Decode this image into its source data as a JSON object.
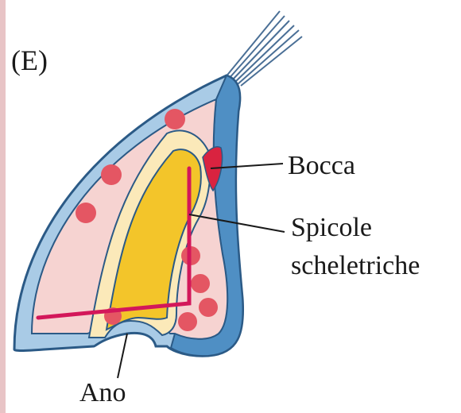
{
  "panel_label": "(E)",
  "labels": {
    "mouth": "Bocca",
    "spicules_line1": "Spicole",
    "spicules_line2": "scheletriche",
    "anus": "Ano"
  },
  "colors": {
    "side_band": "#e8c4c6",
    "outer_ectoderm": "#a9cbe6",
    "outer_ectoderm_dark": "#4f8fc4",
    "outline": "#2b5a86",
    "blastocoel": "#f6d3d1",
    "mesenchyme_cells": "#e45663",
    "gut_wall": "#fbe9b9",
    "gut_lumen": "#f3c52a",
    "mouth_red": "#d92340",
    "spicule": "#d3175a",
    "cilia": "#4a6f96",
    "leader_line": "#1a1a1a"
  }
}
